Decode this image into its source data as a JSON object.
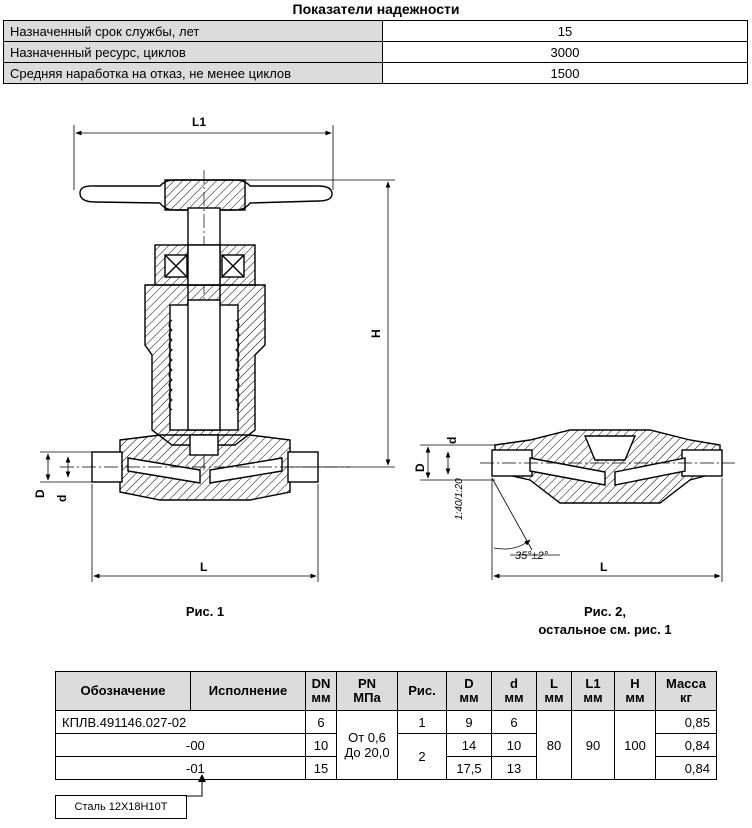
{
  "reliability": {
    "title": "Показатели надежности",
    "rows": [
      {
        "label": "Назначенный срок службы, лет",
        "value": "15"
      },
      {
        "label": "Назначенный ресурс, циклов",
        "value": "3000"
      },
      {
        "label": "Средняя наработка на отказ, не менее циклов",
        "value": "1500"
      }
    ]
  },
  "drawing": {
    "dims": {
      "L1": "L1",
      "H": "H",
      "L_left": "L",
      "L_right": "L",
      "D_left": "D",
      "d_left": "d",
      "D_right": "D",
      "d_right": "d",
      "tolerance": "1:40/1:20",
      "angle": "35°±2°"
    },
    "fig1_caption": "Рис. 1",
    "fig2_caption_line1": "Рис. 2,",
    "fig2_caption_line2": "остальное см. рис. 1"
  },
  "spec": {
    "headers": {
      "designation": "Обозначение",
      "version": "Исполнение",
      "dn": "DN",
      "dn_unit": "мм",
      "pn": "PN",
      "pn_unit": "МПа",
      "fig": "Рис.",
      "D": "D",
      "D_unit": "мм",
      "d": "d",
      "d_unit": "мм",
      "L": "L",
      "L_unit": "мм",
      "L1": "L1",
      "L1_unit": "мм",
      "H": "H",
      "H_unit": "мм",
      "mass": "Масса",
      "mass_unit": "кг"
    },
    "rows": [
      {
        "designation": "КПЛВ.491146.027-02",
        "dn": "6",
        "D": "9",
        "d": "6",
        "mass": "0,85"
      },
      {
        "version": "-00",
        "dn": "10",
        "D": "14",
        "d": "10",
        "mass": "0,84"
      },
      {
        "version": "-01",
        "dn": "15",
        "D": "17,5",
        "d": "13",
        "mass": "0,84"
      }
    ],
    "pn_line1": "От 0,6",
    "pn_line2": "До 20,0",
    "fig_row1": "1",
    "fig_rows23": "2",
    "L": "80",
    "L1": "90",
    "H": "100"
  },
  "material_note": "Сталь 12Х18Н10Т"
}
